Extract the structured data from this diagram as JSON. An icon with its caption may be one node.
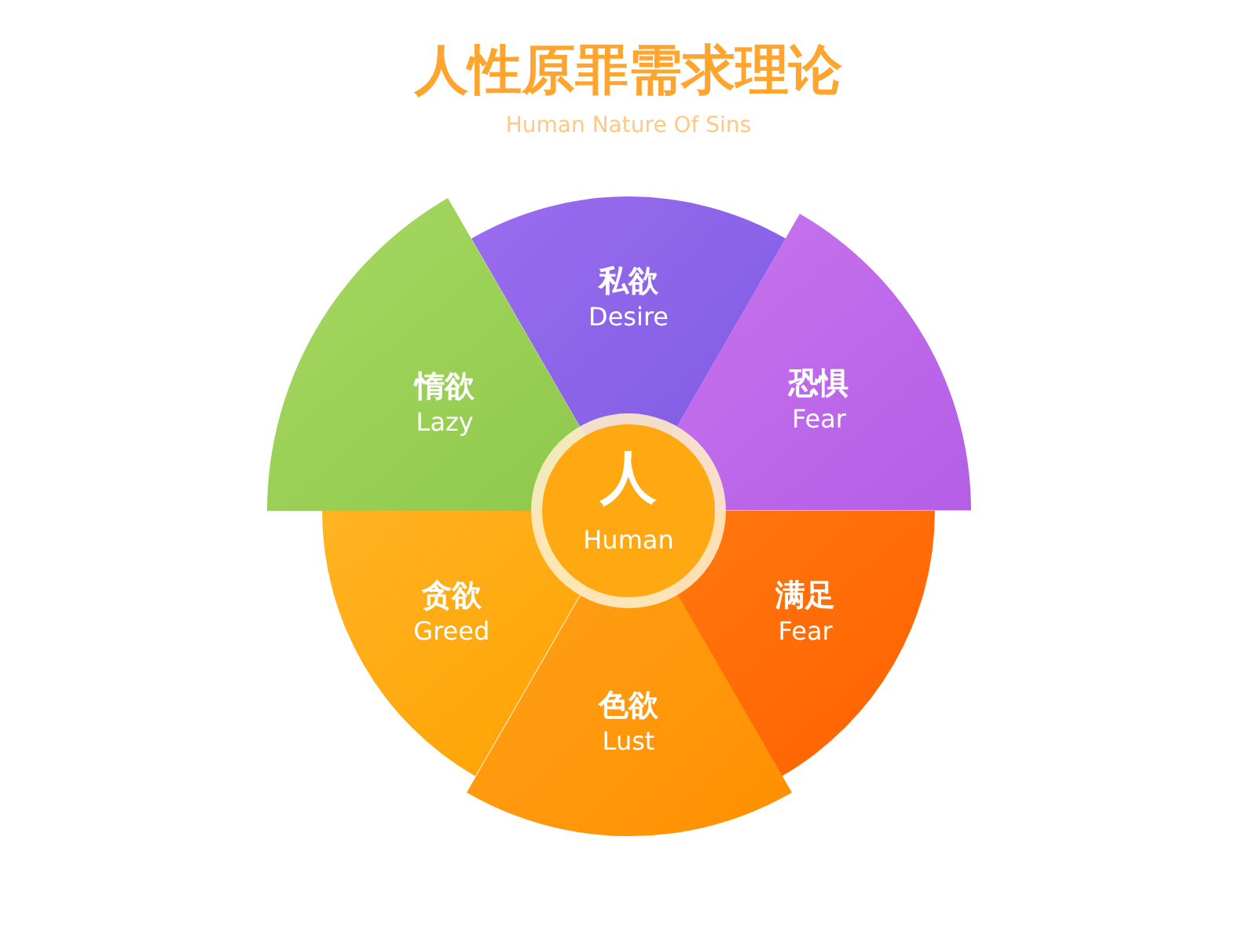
{
  "diagram": {
    "title": "人性原罪需求理论",
    "nodes": [
      {
        "text": [
          "私欲",
          "Desire"
        ]
      },
      {
        "text": [
          "惰欲",
          "Lazy"
        ]
      },
      {
        "text": [
          "恐惧",
          "Fear"
        ]
      },
      {
        "text": [
          "人",
          "Human"
        ]
      },
      {
        "text": [
          "贪欲",
          "Greed"
        ]
      },
      {
        "text": [
          "满足",
          "Fear"
        ]
      },
      {
        "text": [
          "色欲",
          "Lust"
        ]
      }
    ],
    "labels": [
      "Human Nature Of Sins"
    ]
  }
}
